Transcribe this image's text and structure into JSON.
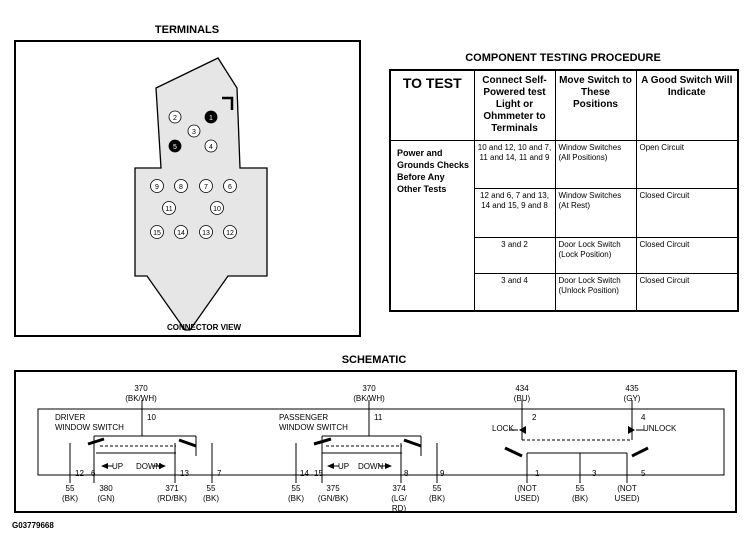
{
  "terminals": {
    "title": "TERMINALS",
    "connector_label": "CONNECTOR VIEW",
    "pins": [
      "2",
      "1",
      "3",
      "5",
      "4",
      "9",
      "8",
      "7",
      "6",
      "11",
      "10",
      "15",
      "14",
      "13",
      "12"
    ]
  },
  "procedure": {
    "title": "COMPONENT TESTING PROCEDURE",
    "headers": [
      "TO TEST",
      "Connect Self-Powered test Light or Ohmmeter to Terminals",
      "Move Switch to These Positions",
      "A Good Switch Will Indicate"
    ],
    "to_test": "Power and Grounds Checks Before Any Other Tests",
    "rows": [
      {
        "terminals": "10 and 12, 10 and 7, 11 and 14, 11 and 9",
        "positions": "Window Switches (All Positions)",
        "indicate": "Open Circuit"
      },
      {
        "terminals": "12 and 6, 7 and 13, 14 and 15, 9 and 8",
        "positions": "Window Switches (At Rest)",
        "indicate": "Closed Circuit"
      },
      {
        "terminals": "3 and 2",
        "positions": "Door Lock Switch (Lock Position)",
        "indicate": "Closed Circuit"
      },
      {
        "terminals": "3 and 4",
        "positions": "Door Lock Switch (Unlock Position)",
        "indicate": "Closed Circuit"
      }
    ]
  },
  "schematic": {
    "title": "SCHEMATIC",
    "driver": {
      "label1": "DRIVER",
      "label2": "WINDOW SWITCH",
      "top_circuit": "370",
      "top_color": "(BK/WH)",
      "top_pin": "10",
      "up": "UP",
      "down": "DOWN",
      "pins": [
        "12",
        "6",
        "13",
        "7"
      ],
      "bottom": [
        {
          "circuit": "55",
          "color": "(BK)"
        },
        {
          "circuit": "380",
          "color": "(GN)"
        },
        {
          "circuit": "371",
          "color": "(RD/BK)"
        },
        {
          "circuit": "55",
          "color": "(BK)"
        }
      ]
    },
    "passenger": {
      "label1": "PASSENGER",
      "label2": "WINDOW SWITCH",
      "top_circuit": "370",
      "top_color": "(BK/WH)",
      "top_pin": "11",
      "up": "UP",
      "down": "DOWN",
      "pins": [
        "14",
        "15",
        "8",
        "9"
      ],
      "bottom": [
        {
          "circuit": "55",
          "color": "(BK)"
        },
        {
          "circuit": "375",
          "color": "(GN/BK)"
        },
        {
          "circuit": "374",
          "color": "(LG/",
          "color2": "RD)"
        },
        {
          "circuit": "55",
          "color": "(BK)"
        }
      ]
    },
    "lock": {
      "left_circuit": "434",
      "left_color": "(BU)",
      "left_pin": "2",
      "right_circuit": "435",
      "right_color": "(GY)",
      "right_pin": "4",
      "lock_label": "LOCK",
      "unlock_label": "UNLOCK",
      "pins": [
        "1",
        "3",
        "5"
      ],
      "bottom": [
        {
          "circuit": "(NOT",
          "color": "USED)"
        },
        {
          "circuit": "55",
          "color": "(BK)"
        },
        {
          "circuit": "(NOT",
          "color": "USED)"
        }
      ]
    }
  },
  "figure_id": "G03779668"
}
